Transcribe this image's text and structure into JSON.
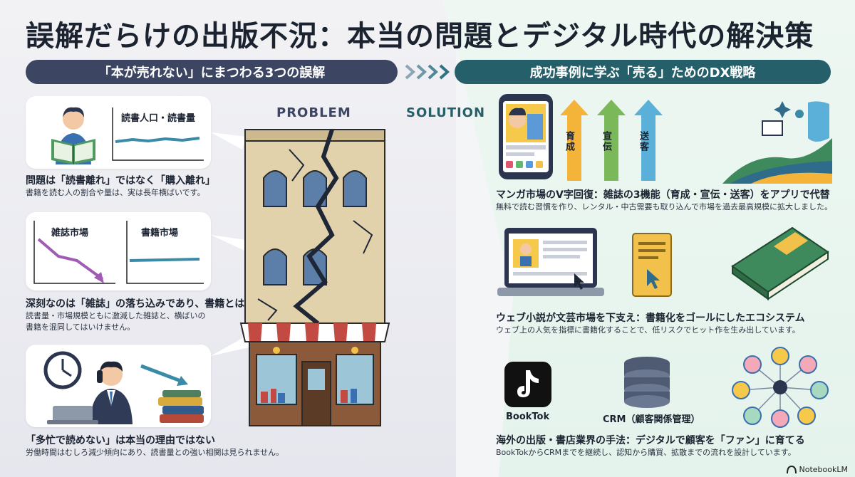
{
  "title": "誤解だらけの出版不況：本当の問題とデジタル時代の解決策",
  "left_header": "「本が売れない」にまつわる3つの誤解",
  "right_header": "成功事例に学ぶ「売る」ためのDX戦略",
  "problem_label": "PROBLEM",
  "solution_label": "SOLUTION",
  "misconceptions": [
    {
      "chart_labels": [
        "読書人口・読書量"
      ],
      "heading": "問題は「読書離れ」ではなく「購入離れ」",
      "desc": [
        "書籍を読む人の割合や量は、実は長年横ばいです。"
      ]
    },
    {
      "chart_labels": [
        "雑誌市場",
        "書籍市場"
      ],
      "heading": "深刻なのは「雑誌」の落ち込みであり、書籍とは違う",
      "desc": [
        "読書量・市場規模ともに激減した雑誌と、横ばいの",
        "書籍を混同してはいけません。"
      ]
    },
    {
      "chart_labels": [],
      "heading": "「多忙で読めない」は本当の理由ではない",
      "desc": [
        "労働時間はむしろ減少傾向にあり、読書量との強い相関は見られません。"
      ]
    }
  ],
  "strategies": [
    {
      "arrow_labels": [
        "育成",
        "宣伝",
        "送客"
      ],
      "heading": "マンガ市場のV字回復：雑誌の3機能（育成・宣伝・送客）をアプリで代替",
      "desc": "無料で読む習慣を作り、レンタル・中古需要も取り込んで市場を過去最高規模に拡大しました。"
    },
    {
      "heading": "ウェブ小説が文芸市場を下支え：書籍化をゴールにしたエコシステム",
      "desc": "ウェブ上の人気を指標に書籍化することで、低リスクでヒット作を生み出しています。"
    },
    {
      "labels": [
        "BookTok",
        "CRM（顧客関係管理）"
      ],
      "heading": "海外の出版・書店業界の手法：デジタルで顧客を「ファン」に育てる",
      "desc": "BookTokからCRMまでを継続し、認知から購買、拡散までの流れを設計しています。"
    }
  ],
  "footer": "NotebookLM",
  "colors": {
    "navy": "#3c4562",
    "teal": "#25606a",
    "chart_line": "#3a8aa8",
    "decline": "#a05cb5"
  }
}
